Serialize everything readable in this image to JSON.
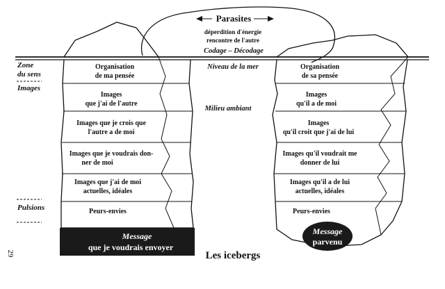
{
  "diagram": {
    "parasites": "Parasites",
    "cloud_line1": "déperdition d'énergie",
    "cloud_line2": "rencontre de l'autre",
    "codage": "Codage – Décodage",
    "sea_level": "Niveau de la mer",
    "ambient": "Milieu ambiant",
    "title": "Les icebergs",
    "page_number": "29",
    "side_labels": {
      "zone_line1": "Zone",
      "zone_line2": "du sens",
      "images": "Images",
      "pulsions": "Pulsions"
    },
    "left_iceberg": {
      "cells": [
        [
          "Organisation",
          "de ma pensée"
        ],
        [
          "Images",
          "que j'ai de l'autre"
        ],
        [
          "Images que je crois que",
          "l'autre a de moi"
        ],
        [
          "Images que je voudrais don-",
          "ner de moi"
        ],
        [
          "Images que j'ai de moi",
          "actuelles, idéales"
        ],
        [
          "Peurs-envies"
        ]
      ],
      "message_line1": "Message",
      "message_line2": "que je voudrais envoyer"
    },
    "right_iceberg": {
      "cells": [
        [
          "Organisation",
          "de sa pensée"
        ],
        [
          "Images",
          "qu'il a de moi"
        ],
        [
          "Images",
          "qu'il croit que j'ai de lui"
        ],
        [
          "Images qu'il voudrait  me",
          "donner de lui"
        ],
        [
          "Images qu'il a de lui",
          "actuelles, idéales"
        ],
        [
          "Peurs-envies"
        ]
      ],
      "message_line1": "Message",
      "message_line2": "parvenu"
    }
  }
}
